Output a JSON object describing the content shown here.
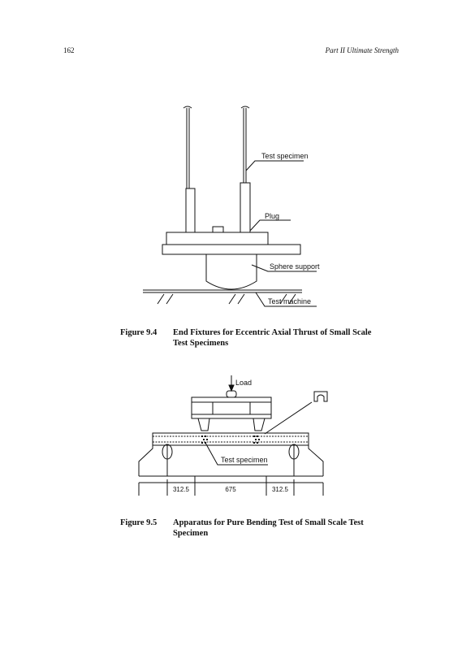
{
  "header": {
    "page_number": "162",
    "part_title": "Part II Ultimate Strength"
  },
  "figure_9_4": {
    "number": "Figure 9.4",
    "caption": "End Fixtures for Eccentric Axial Thrust of Small Scale Test Specimens",
    "labels": {
      "test_specimen": "Test specimen",
      "plug": "Plug",
      "sphere_support": "Sphere support",
      "test_machine": "Test machine"
    }
  },
  "figure_9_5": {
    "number": "Figure 9.5",
    "caption": "Apparatus for Pure Bending Test of Small Scale Test Specimen",
    "labels": {
      "load": "Load",
      "test_specimen": "Test specimen"
    },
    "dimensions": [
      "312.5",
      "675",
      "312.5"
    ]
  }
}
